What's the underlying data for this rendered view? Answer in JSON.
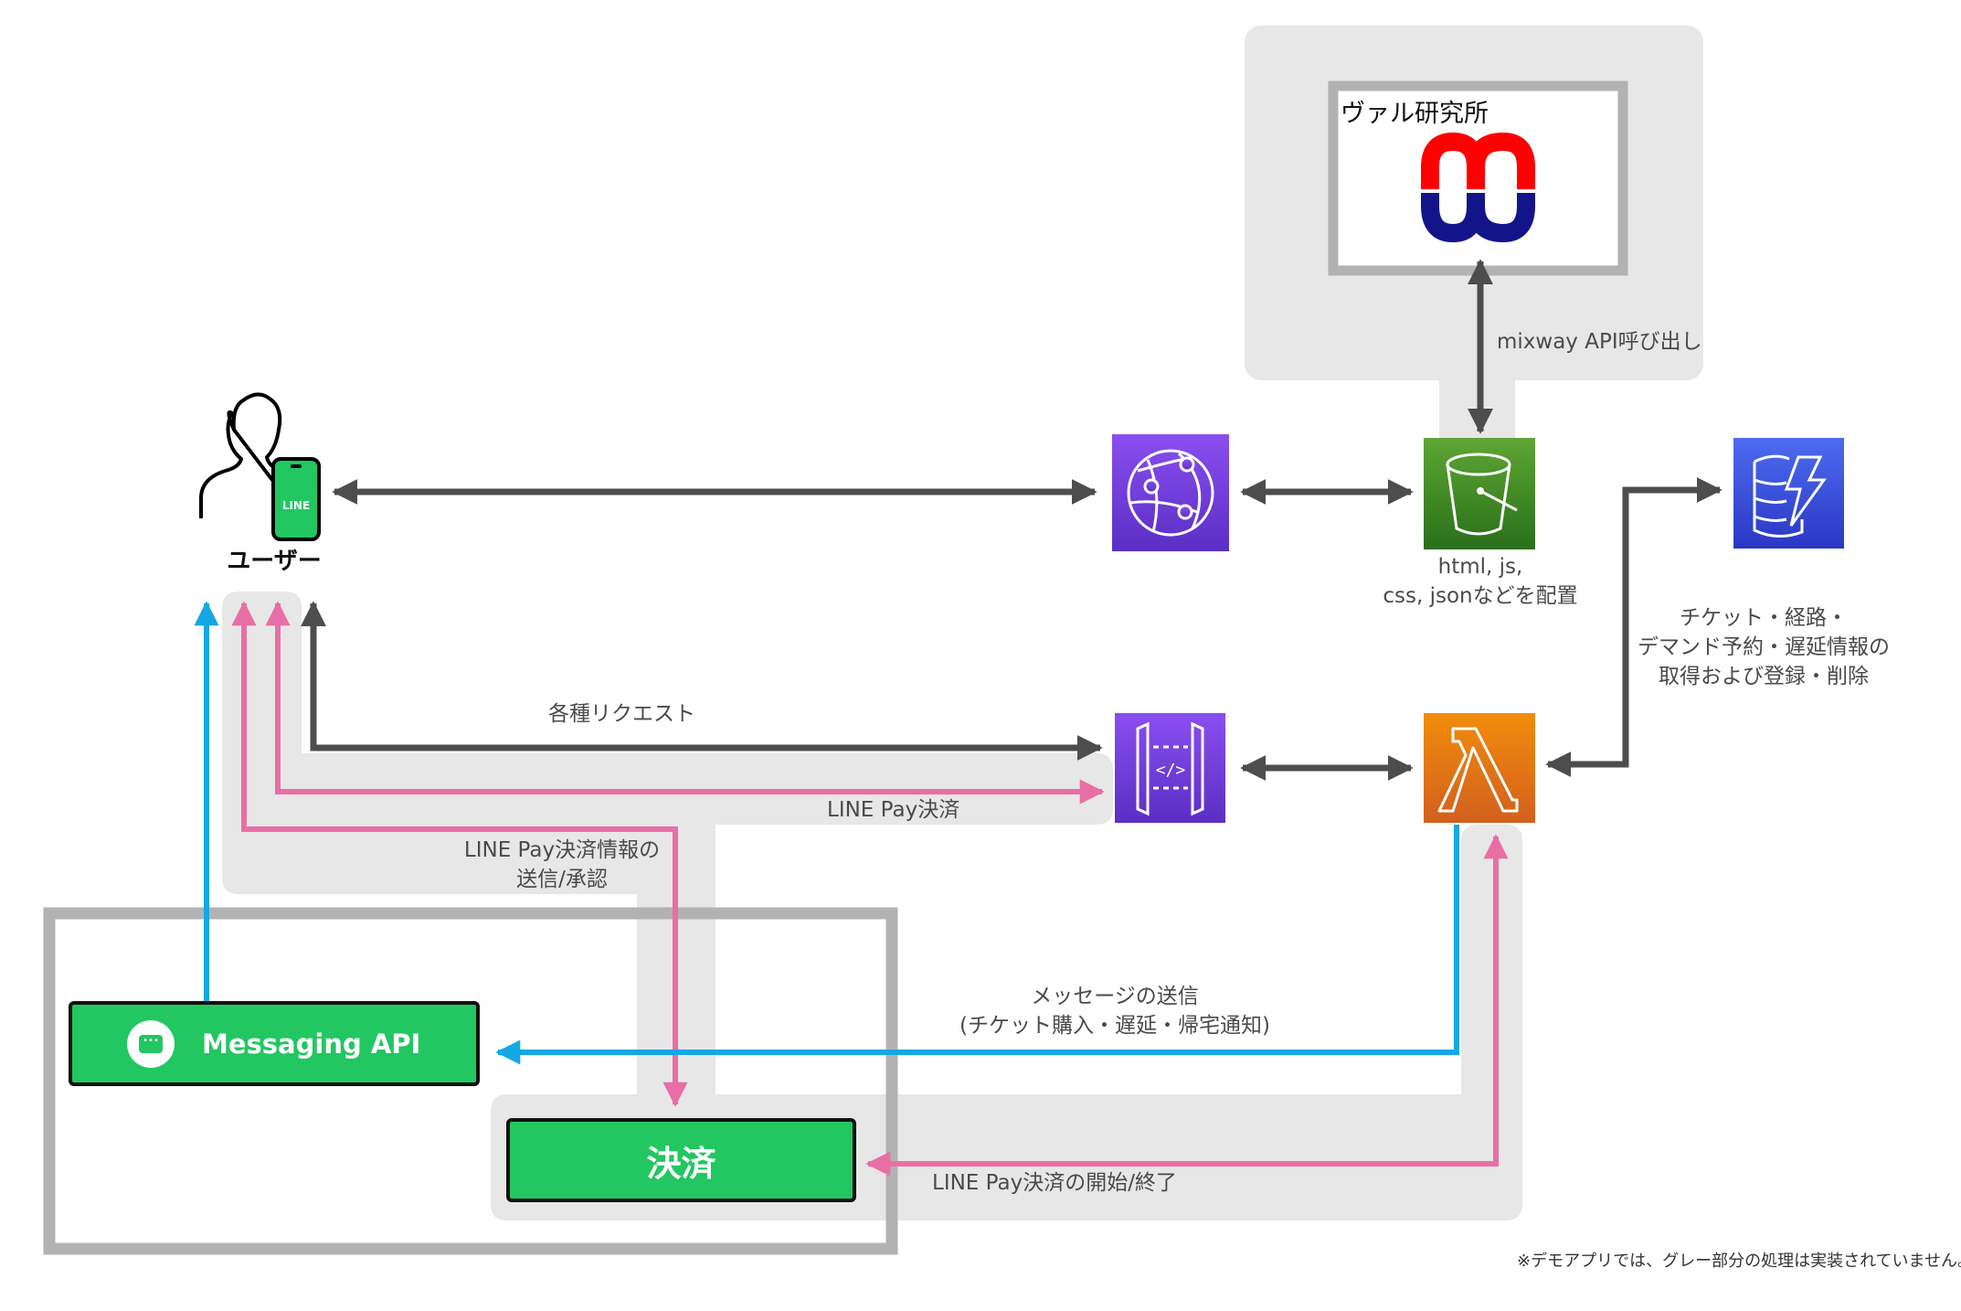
{
  "diagram": {
    "external": {
      "name": "ヴァル研究所",
      "logo": "mixway-logo-icon",
      "call_label": "mixway API呼び出し"
    },
    "user": {
      "label": "ユーザー",
      "phone_badge": "LINE"
    },
    "aws": {
      "cloudfront": {
        "icon": "aws-cloudfront-icon",
        "color": "#7b3fe0"
      },
      "s3": {
        "icon": "aws-s3-bucket-icon",
        "color": "#3b8c2a",
        "caption": "html, js,\ncss, jsonなどを配置"
      },
      "dynamodb": {
        "icon": "aws-dynamodb-icon",
        "color": "#3448d6",
        "caption": "チケット・経路・\nデマンド予約・遅延情報の\n取得および登録・削除"
      },
      "api_gateway": {
        "icon": "aws-api-gateway-icon",
        "color": "#7b3fe0"
      },
      "lambda": {
        "icon": "aws-lambda-icon",
        "color": "#ea7b12"
      }
    },
    "line_platform": {
      "messaging_api": {
        "label": "Messaging API",
        "icon": "chat-bubble-icon"
      },
      "payment": {
        "label": "決済"
      }
    },
    "edges": {
      "requests": "各種リクエスト",
      "linepay": "LINE Pay決済",
      "linepay_info": "LINE Pay決済情報の\n送信/承認",
      "message_send": "メッセージの送信\n(チケット購入・遅延・帰宅通知)",
      "linepay_start_end": "LINE Pay決済の開始/終了"
    },
    "footnote": "※デモアプリでは、グレー部分の処理は実装されていません。",
    "colors": {
      "gray_arrow": "#4d4d4d",
      "pink_arrow": "#e86fa6",
      "blue_arrow": "#13a8e4",
      "not_implemented_bg": "#e7e7e7",
      "frame": "#b2b2b2",
      "line_green": "#22c761"
    }
  }
}
